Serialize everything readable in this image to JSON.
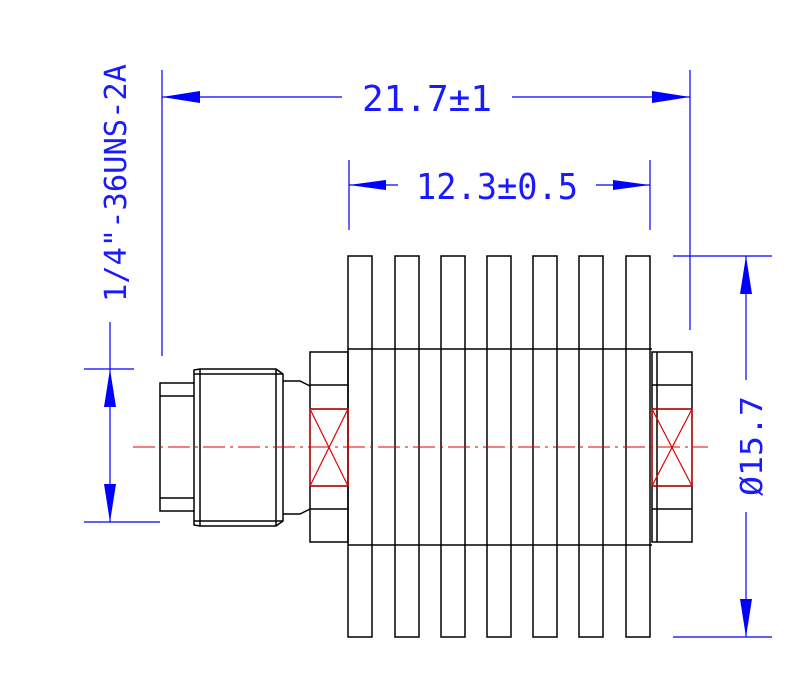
{
  "drawing": {
    "dim_overall_length": "21.7±1",
    "dim_heatsink_length": "12.3±0.5",
    "dim_diameter": "Ø15.7",
    "thread_spec": "1/4\"-36UNS-2A",
    "colors": {
      "outline": "#000000",
      "dimension": "#0000ff",
      "centerline": "#ff0000"
    }
  }
}
